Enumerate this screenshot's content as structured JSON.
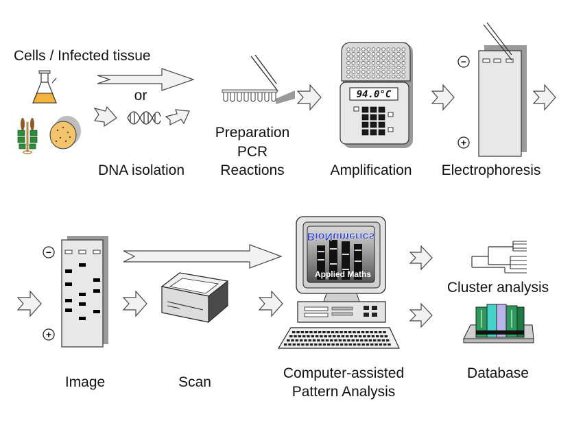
{
  "labels": {
    "cells_tissue": "Cells / Infected tissue",
    "or": "or",
    "dna_isolation": "DNA isolation",
    "preparation": "Preparation",
    "pcr": "PCR",
    "reactions": "Reactions",
    "amplification": "Amplification",
    "electrophoresis": "Electrophoresis",
    "image": "Image",
    "scan": "Scan",
    "computer_line1": "Computer-assisted",
    "computer_line2": "Pattern Analysis",
    "cluster_analysis": "Cluster analysis",
    "database": "Database"
  },
  "thermocycler_display": "94.0°C",
  "screen_logo": "BioNumerics",
  "screen_sublogo": "Applied Maths",
  "gel_signs": {
    "minus": "−",
    "plus": "+"
  },
  "colors": {
    "flask_liquid": "#f4b43c",
    "plant_leaf": "#2f8c3a",
    "plant_stem": "#b08a4a",
    "dish": "#f2c46e",
    "db_green": "#2e9b5c",
    "db_cyan": "#44d1c8",
    "db_lavender": "#b9b3ea",
    "logo_blue": "#2b3cc4"
  }
}
